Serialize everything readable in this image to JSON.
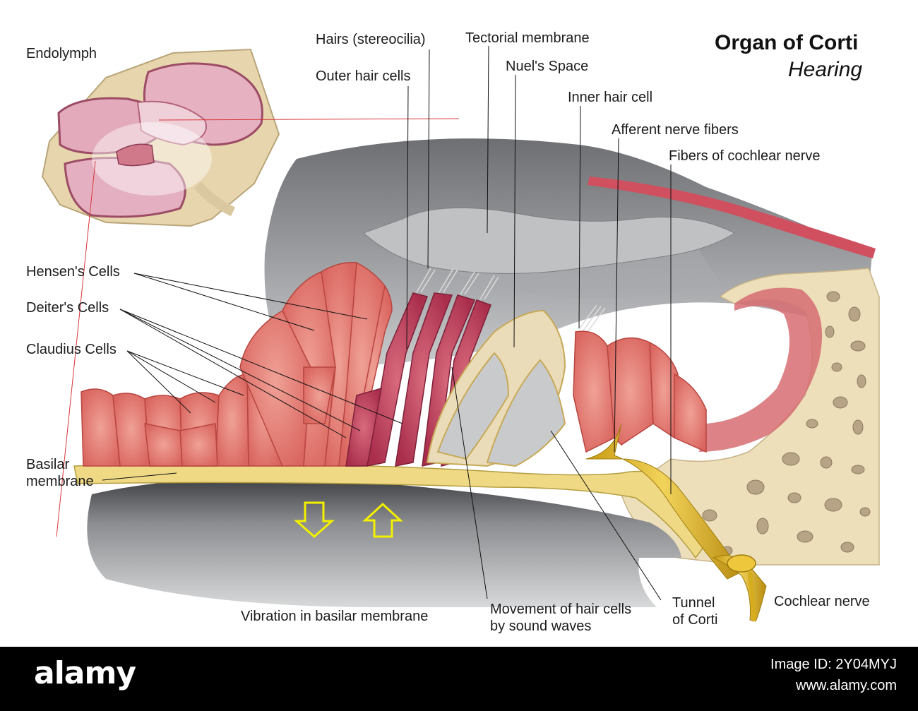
{
  "title": "Organ of Corti",
  "subtitle": "Hearing",
  "labels": {
    "endolymph": "Endolymph",
    "hairs": "Hairs (stereocilia)",
    "outer_hair_cells": "Outer hair cells",
    "tectorial": "Tectorial membrane",
    "nuels_space": "Nuel's Space",
    "inner_hair_cell": "Inner hair cell",
    "afferent": "Afferent nerve fibers",
    "fibers_cochlear": "Fibers of cochlear nerve",
    "hensens": "Hensen's Cells",
    "deiters": "Deiter's Cells",
    "claudius": "Claudius Cells",
    "basilar_1": "Basilar",
    "basilar_2": "membrane",
    "vibration": "Vibration in basilar membrane",
    "movement_1": "Movement of hair cells",
    "movement_2": "by sound waves",
    "tunnel_1": "Tunnel",
    "tunnel_2": "of Corti",
    "cochlear_nerve": "Cochlear nerve"
  },
  "footer": {
    "logo": "alamy",
    "image_id": "Image ID: 2Y04MYJ",
    "url": "www.alamy.com"
  },
  "colors": {
    "cell_pink": "#e8857f",
    "hair_cell_magenta": "#c5475f",
    "membrane_yellow": "#eed98a",
    "bone": "#e9dcb8",
    "gray_fluid": "#8f9194",
    "arrow_yellow": "#f3f000",
    "nerve": "#e4bc1f"
  }
}
